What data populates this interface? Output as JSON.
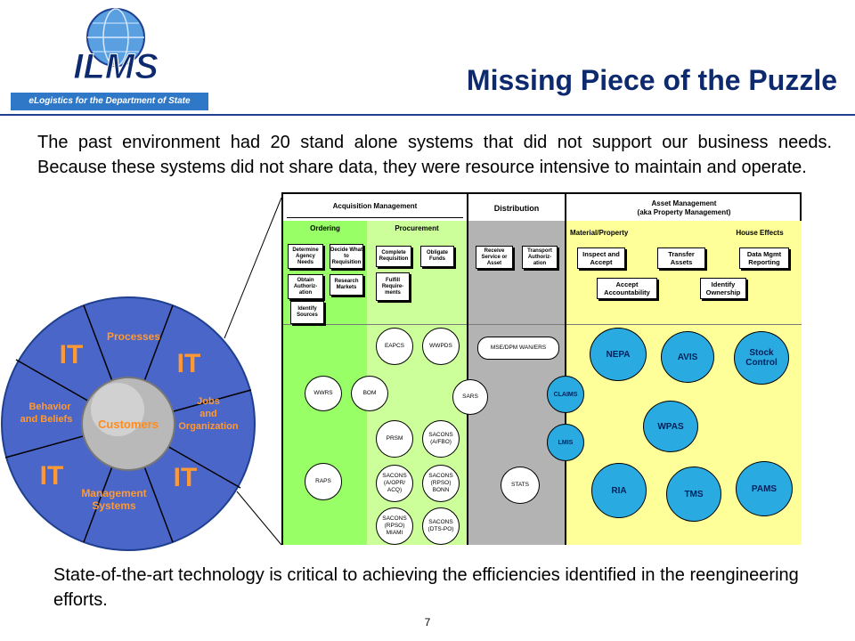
{
  "header": {
    "logo_text": "ILMS",
    "tagline": "eLogistics for the Department of State",
    "title": "Missing Piece of the Puzzle"
  },
  "intro_text": "The past environment had 20 stand alone systems that did not support our business needs. Because these systems did not share data, they were resource intensive to maintain and operate.",
  "closing_text": "State-of-the-art technology is critical to achieving the efficiencies identified in the reengineering efforts.",
  "page_number": "7",
  "wheel": {
    "center": "Customers",
    "segments": [
      "Processes",
      "Jobs and Organization",
      "Management Systems",
      "Behavior and Beliefs"
    ],
    "it_label": "IT"
  },
  "diagram": {
    "acquisition": {
      "title": "Acquisition Management",
      "ordering": "Ordering",
      "procurement": "Procurement",
      "ordering_boxes": [
        "Determine Agency Needs",
        "Decide What to Requisition",
        "Obtain Authoriz-ation",
        "Research Markets",
        "Identify Sources"
      ],
      "procurement_boxes": [
        "Complete Requisition",
        "Obligate Funds",
        "Fulfill Require-ments"
      ]
    },
    "distribution": {
      "title": "Distribution",
      "boxes": [
        "Receive Service or Asset",
        "Transport Authoriz-ation"
      ]
    },
    "asset": {
      "title": "Asset Management\n(aka Property Management)",
      "material": "Material/Property",
      "house": "House Effects",
      "boxes": [
        "Inspect and Accept",
        "Transfer Assets",
        "Data Mgmt Reporting",
        "Accept Accountability",
        "Identify Ownership"
      ]
    },
    "systems_white": [
      "WWRS",
      "BOM",
      "RAPS",
      "EAPCS",
      "WWPDS",
      "SARS",
      "PRSM",
      "SACONS (A/FBO)",
      "SACONS (A/OPR/ ACQ)",
      "SACONS (RPSO) BONN",
      "SACONS (RPSO) MIAMI",
      "SACONS (DTS-PO)",
      "MSE/DPM WAN/ERS",
      "STATS"
    ],
    "systems_blue": [
      "CLAIMS",
      "LMIS",
      "NEPA",
      "AVIS",
      "Stock Control",
      "WPAS",
      "RIA",
      "TMS",
      "PAMS"
    ],
    "colors": {
      "ordering_green": "#99ff66",
      "procurement_green": "#ccff99",
      "distribution_gray": "#b3b3b3",
      "asset_yellow": "#ffff99",
      "system_blue": "#29abe2",
      "wheel_blue": "#4a66c8",
      "wheel_text": "#ff9933"
    }
  }
}
